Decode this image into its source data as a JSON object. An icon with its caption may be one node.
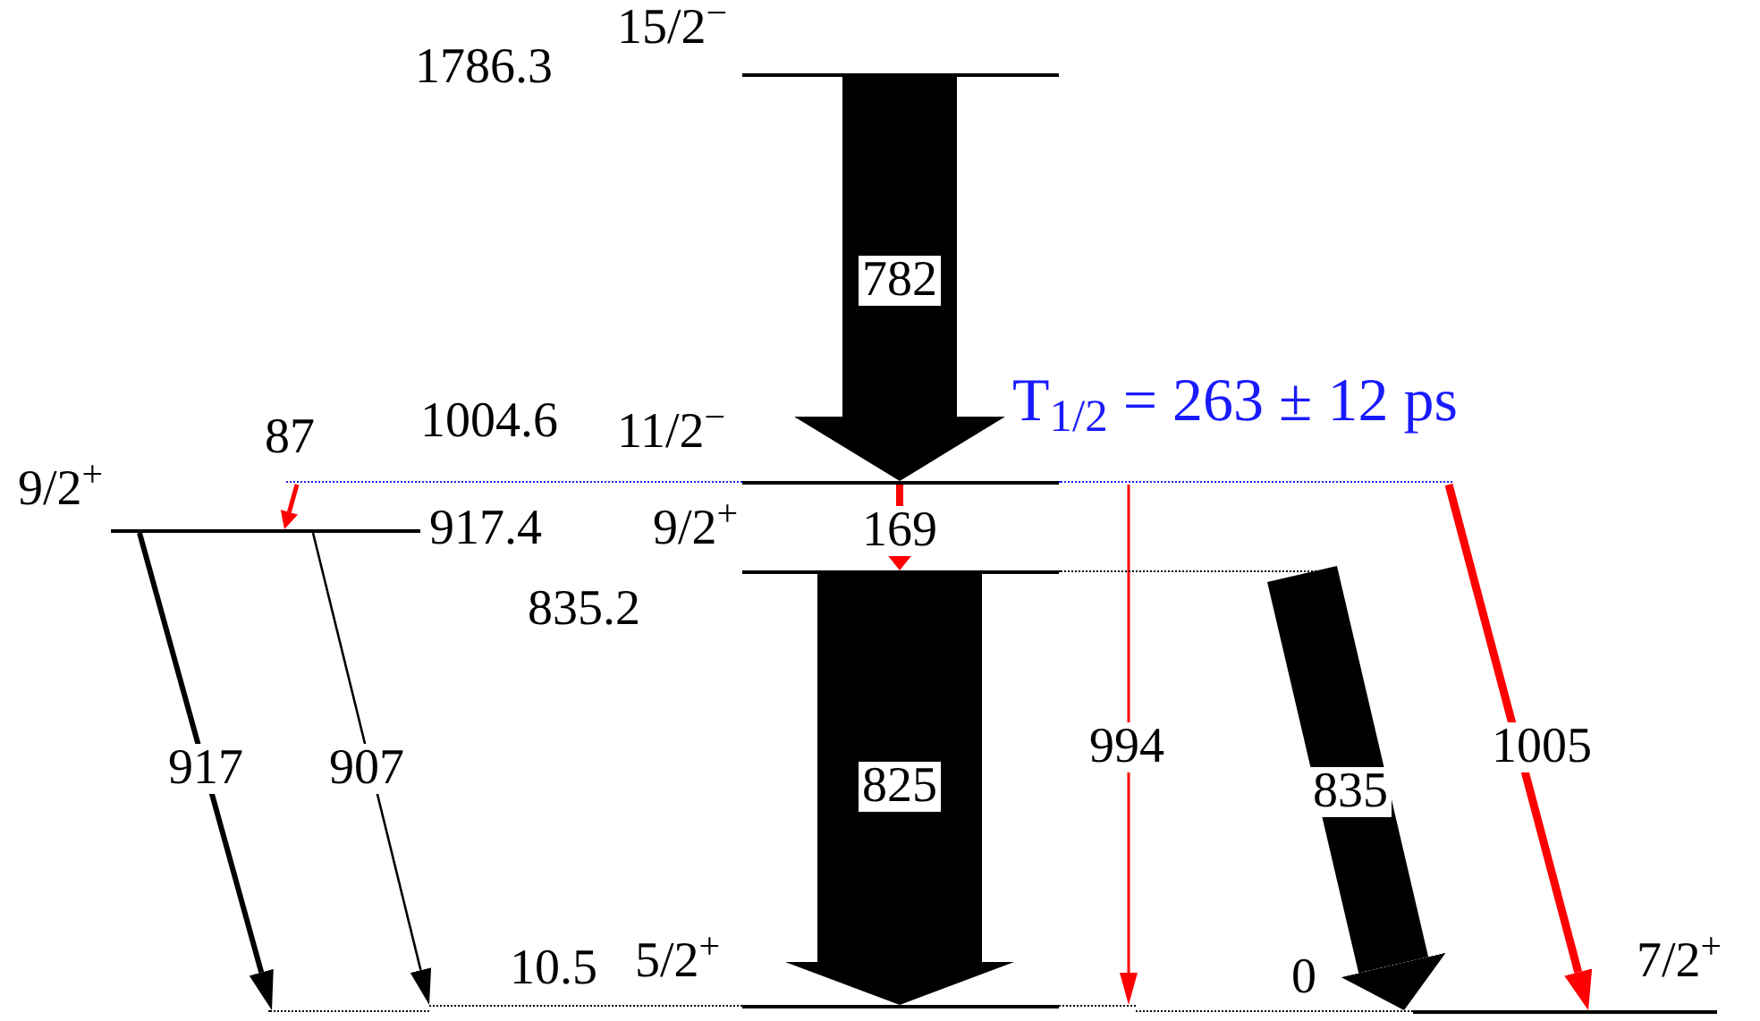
{
  "diagram": {
    "nodes": [
      {
        "text": [],
        "shape": "bar",
        "beside": [
          "1786.3",
          "15/2$^{−}$"
        ]
      },
      {
        "text": [],
        "shape": "bar",
        "beside": [
          "1004.6",
          "11/2$^{−}$"
        ]
      },
      {
        "text": [],
        "shape": "bar",
        "beside": [
          "9/2$^{+}$",
          "917.4"
        ]
      },
      {
        "text": [],
        "shape": "bar",
        "beside": [
          "9/2$^{+}$",
          "835.2"
        ]
      },
      {
        "text": [],
        "shape": "bar",
        "beside": [
          "10.5",
          "5/2$^{+}$"
        ]
      },
      {
        "text": [],
        "shape": "bar",
        "beside": [
          "0",
          "7/2$^{+}$"
        ]
      }
    ],
    "edges": [
      {
        "from": 0,
        "to": 1,
        "arrow": "to",
        "label": "782",
        "style": "thick"
      },
      {
        "from": 1,
        "to": 3,
        "arrow": "to",
        "label": "169",
        "color": "#ff0000"
      },
      {
        "from": 1,
        "to": 2,
        "arrow": "to",
        "label": "87",
        "color": "#ff0000"
      },
      {
        "from": 3,
        "to": 4,
        "arrow": "to",
        "label": "825",
        "style": "thick"
      },
      {
        "from": 1,
        "to": 4,
        "arrow": "to",
        "label": "994",
        "color": "#ff0000"
      },
      {
        "from": 3,
        "to": 5,
        "arrow": "to",
        "label": "835",
        "style": "thick"
      },
      {
        "from": 1,
        "to": 5,
        "arrow": "to",
        "label": "1005",
        "color": "#ff0000"
      },
      {
        "from": 2,
        "to": 5,
        "arrow": "to",
        "label": "917"
      },
      {
        "from": 2,
        "to": 4,
        "arrow": "to",
        "label": "907"
      }
    ],
    "labels": [
      "T$_{1/2}$ = 263 ± 12 ps"
    ]
  }
}
